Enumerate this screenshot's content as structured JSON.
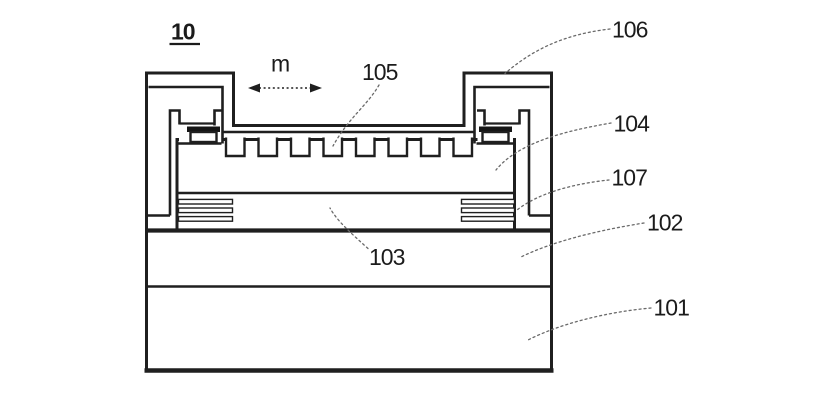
{
  "figure": {
    "figure_number": "10",
    "motion_arrow_label": "m",
    "reference_numerals": {
      "n101": "101",
      "n102": "102",
      "n103": "103",
      "n104": "104",
      "n105": "105",
      "n106": "106",
      "n107": "107"
    },
    "colors": {
      "line": "#1f1f1f",
      "leader": "#6a6a6a",
      "text": "#1b1b1b",
      "contact_bar": "#151515",
      "background": "#ffffff"
    }
  }
}
